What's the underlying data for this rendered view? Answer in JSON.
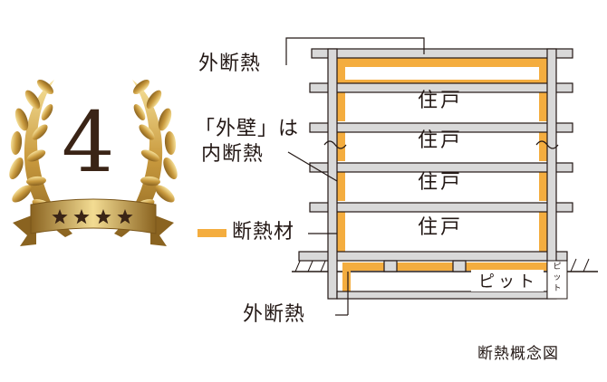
{
  "badge": {
    "rank": "4",
    "stars": 4,
    "colors": {
      "gold": "#c9a14a",
      "gold_light": "#f3dc93",
      "gold_dark": "#8a6320",
      "star": "#3a2416"
    }
  },
  "labels": {
    "top_exterior_insulation": "外断熱",
    "wall_note_line1": "「外壁」は",
    "wall_note_line2": "内断熱",
    "legend_insulation": "断熱材",
    "bottom_exterior_insulation": "外断熱"
  },
  "units": [
    "住戸",
    "住戸",
    "住戸",
    "住戸"
  ],
  "pit": {
    "horizontal": "ピット",
    "vertical": [
      "ピ",
      "ッ",
      "ト"
    ]
  },
  "caption": "断熱概念図",
  "colors": {
    "insulation": "#f4ad3f",
    "structure": "#d9d9d9",
    "line": "#231815"
  }
}
